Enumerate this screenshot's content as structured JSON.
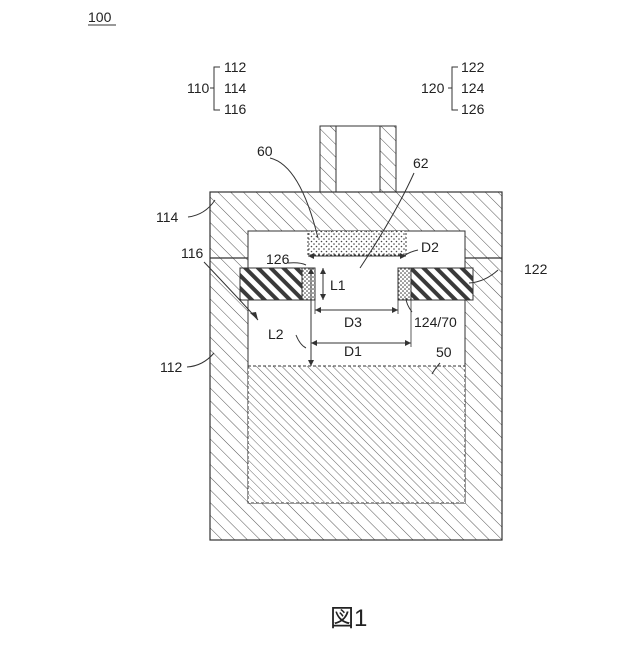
{
  "figure": {
    "number_label": "100",
    "caption": "図1"
  },
  "groups": {
    "g110": {
      "label": "110",
      "members": [
        "112",
        "114",
        "116"
      ]
    },
    "g120": {
      "label": "120",
      "members": [
        "122",
        "124",
        "126"
      ]
    }
  },
  "callouts": {
    "c114": "114",
    "c116": "116",
    "c112": "112",
    "c60": "60",
    "c62": "62",
    "cD2": "D2",
    "c126": "126",
    "c122": "122",
    "cL1": "L1",
    "cD3": "D3",
    "c124_70": "124/70",
    "cL2": "L2",
    "cD1": "D1",
    "c50": "50"
  },
  "colors": {
    "line": "#333333",
    "hatch_light": "#555555",
    "hatch_dark": "#3a3a3a",
    "dots": "#444444"
  }
}
